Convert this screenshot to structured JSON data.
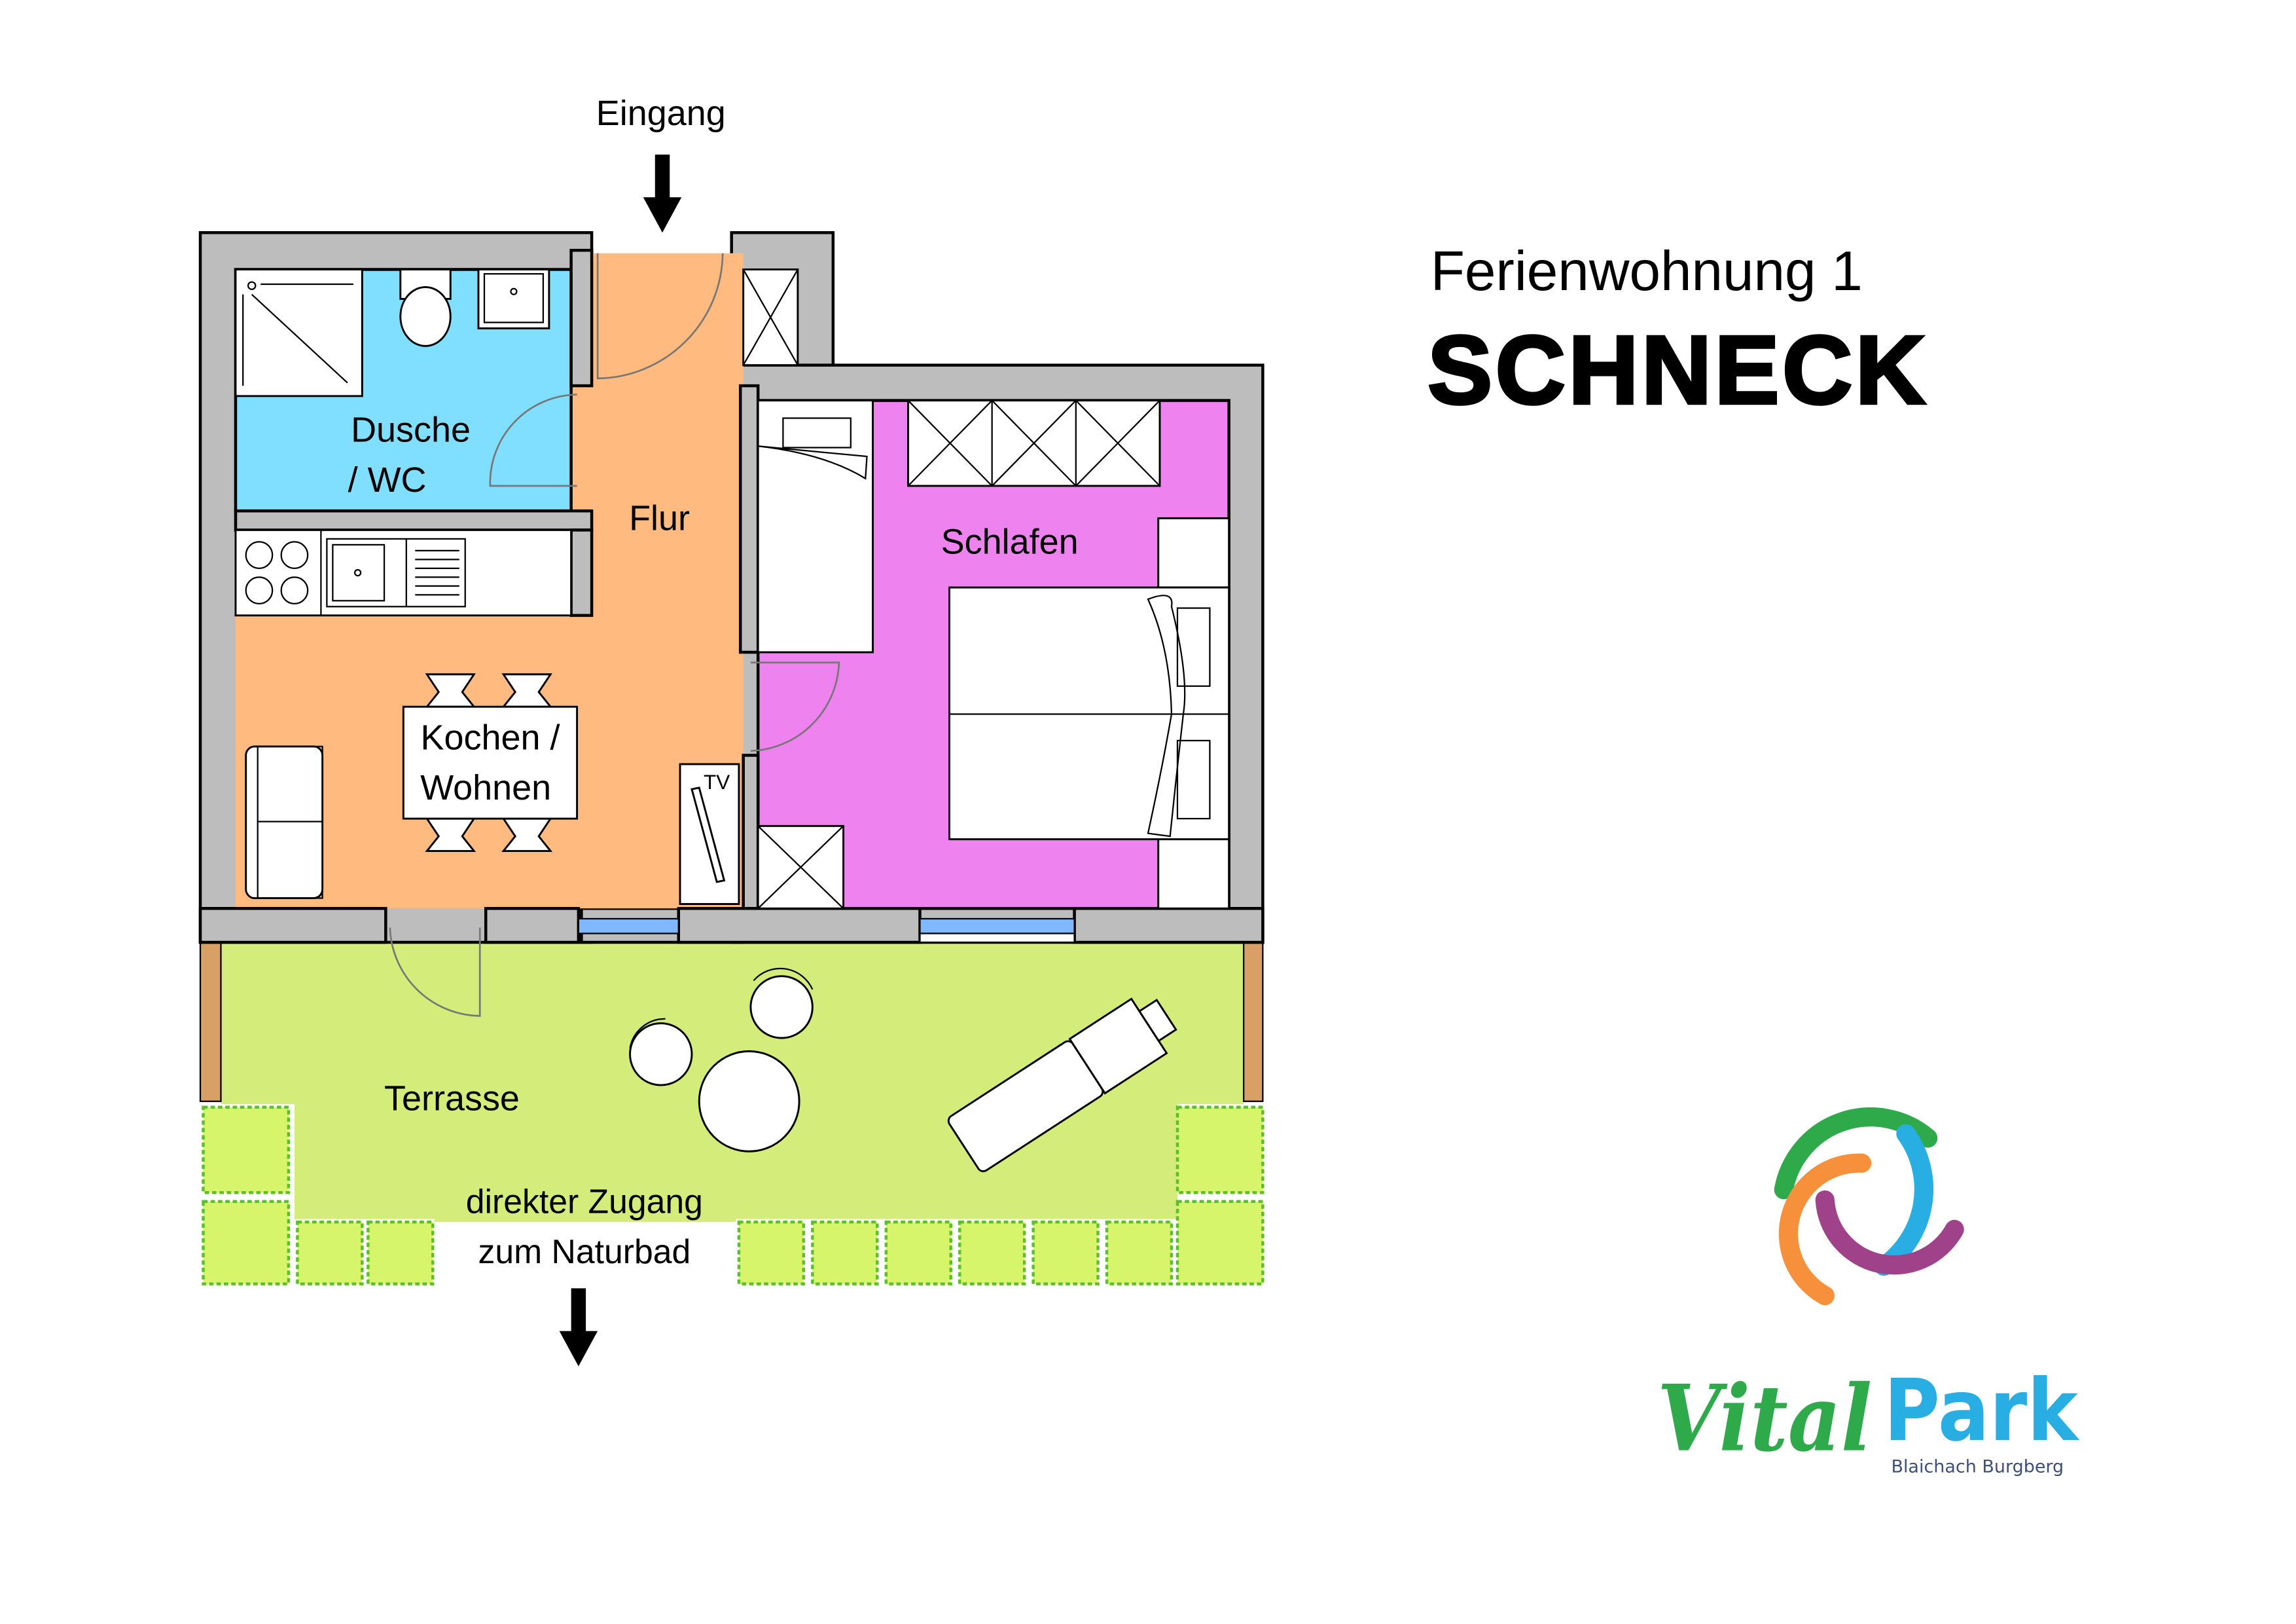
{
  "header": {
    "subtitle": "Ferienwohnung 1",
    "title": "SCHNECK"
  },
  "plan": {
    "entrance_label": "Eingang",
    "rooms": {
      "bath_line1": "Dusche",
      "bath_line2": "/ WC",
      "hall": "Flur",
      "bedroom": "Schlafen",
      "living_line1": "Kochen /",
      "living_line2": "Wohnen",
      "terrace": "Terrasse"
    },
    "tv_label": "TV",
    "access_line1": "direkter Zugang",
    "access_line2": "zum Naturbad"
  },
  "logo": {
    "word1": "Vital",
    "word2": "Park",
    "tagline": "Blaichach Burgberg"
  },
  "colors": {
    "bath": "#80dfff",
    "hall_living": "#ffbb7f",
    "bedroom": "#ee82ee",
    "terrace": "#d4ec7a",
    "wall": "#bdbdbd",
    "logo_green": "#2eaa4a",
    "logo_blue": "#29aee3",
    "logo_orange": "#f7903a",
    "logo_purple": "#a0428a"
  }
}
